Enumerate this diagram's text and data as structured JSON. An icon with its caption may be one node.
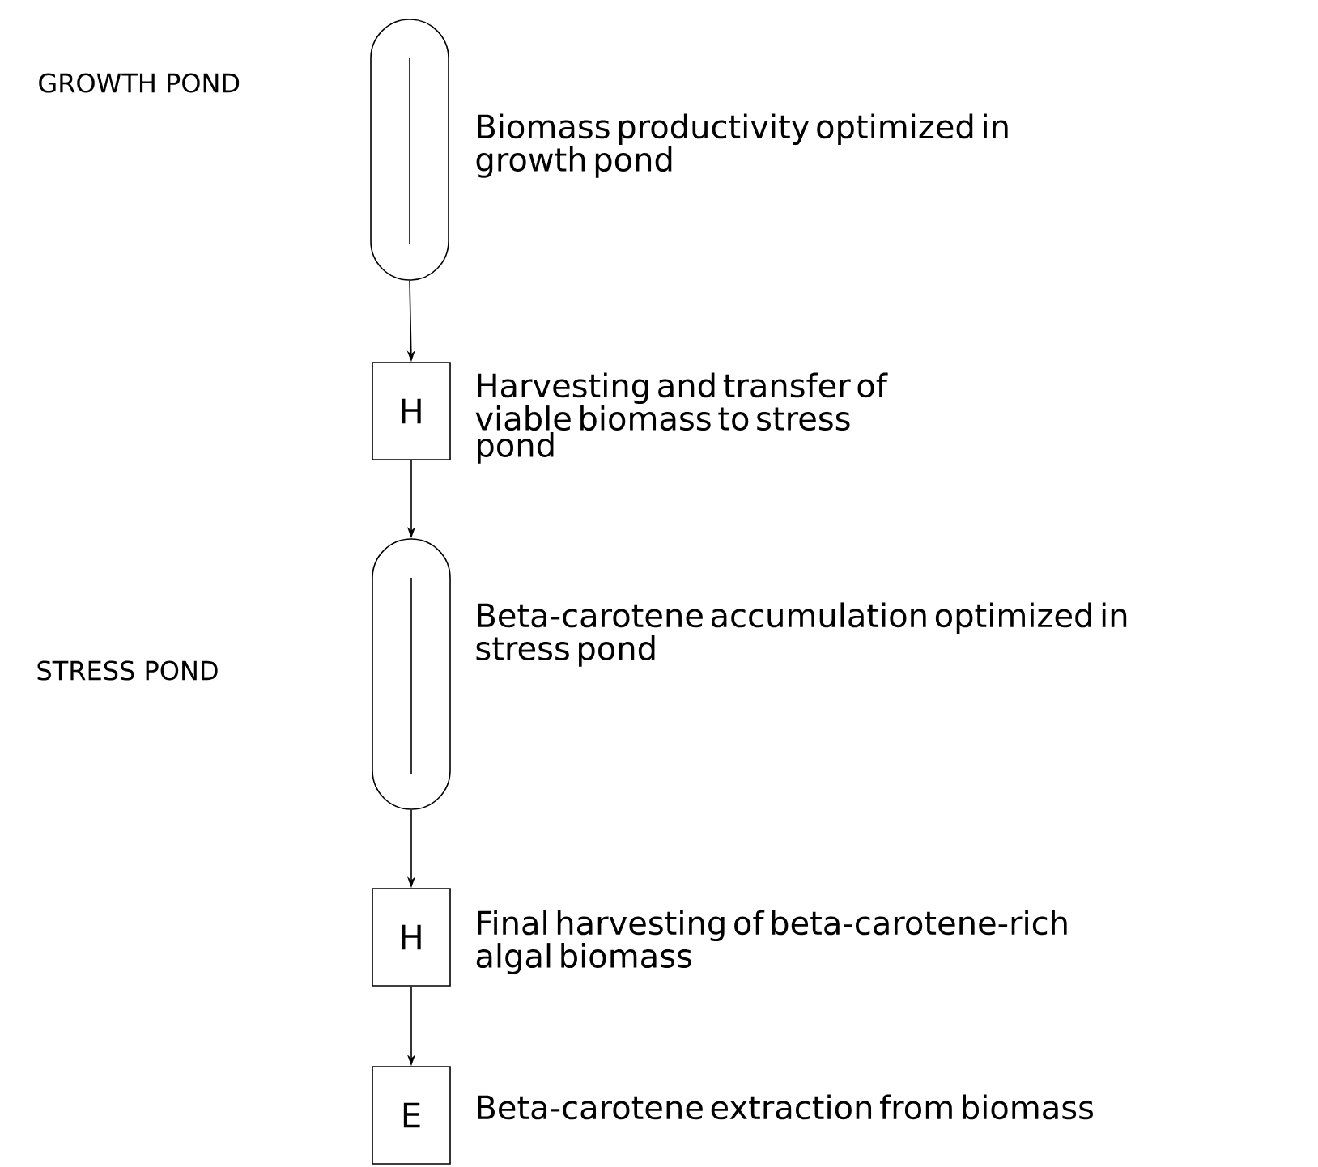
{
  "diagram": {
    "nodes": [
      {
        "text": [],
        "shape": "capsule",
        "beside": [
          "Biomass productivity optimized in growth pond"
        ]
      },
      {
        "text": [
          "H"
        ],
        "beside": [
          "Harvesting and transfer of viable biomass to stress pond"
        ]
      },
      {
        "text": [],
        "shape": "capsule",
        "beside": [
          "Beta-carotene accumulation optimized in stress pond"
        ]
      },
      {
        "text": [
          "H"
        ],
        "beside": [
          "Final harvesting of beta-carotene-rich algal biomass"
        ]
      },
      {
        "text": [
          "E"
        ],
        "beside": [
          "Beta-carotene extraction from biomass"
        ]
      }
    ],
    "edges": [
      {
        "from": 0,
        "to": 1,
        "arrow": "to"
      },
      {
        "from": 1,
        "to": 2,
        "arrow": "to"
      },
      {
        "from": 2,
        "to": 3,
        "arrow": "to"
      },
      {
        "from": 3,
        "to": 4,
        "arrow": "to"
      }
    ],
    "labels": [
      "GROWTH POND",
      "STRESS POND"
    ]
  }
}
